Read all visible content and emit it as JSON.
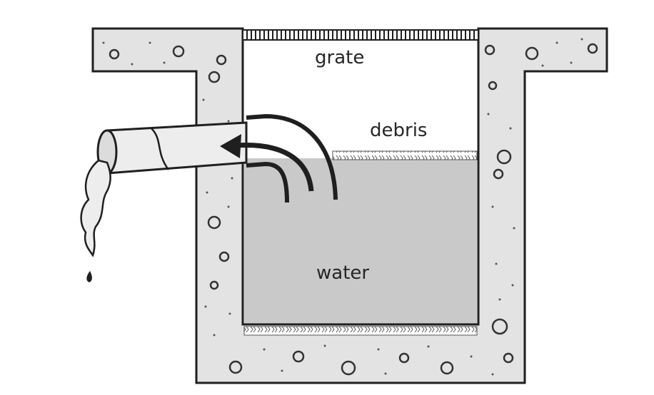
{
  "diagram": {
    "labels": {
      "grate": "grate",
      "debris": "debris",
      "water": "water"
    },
    "components": [
      "concrete-basin",
      "grate",
      "debris-layer",
      "water-pool",
      "outlet-pipe",
      "flow-arrow",
      "water-splash"
    ],
    "colors": {
      "concrete": "#e3e3e3",
      "water": "#c9c9c9",
      "outline": "#1f1f1f",
      "pipe": "#ededed",
      "background": "#ffffff"
    }
  }
}
